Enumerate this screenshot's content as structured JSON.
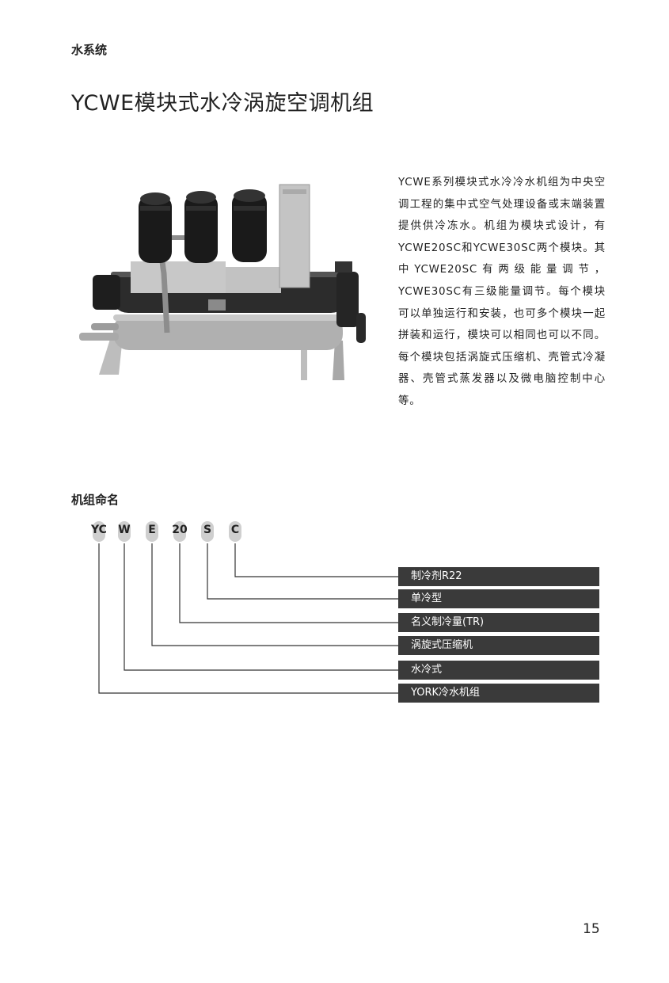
{
  "header": {
    "section": "水系统"
  },
  "title": "YCWE模块式水冷涡旋空调机组",
  "description": "YCWE系列模块式水冷冷水机组为中央空调工程的集中式空气处理设备或末端装置提供供冷冻水。机组为模块式设计，有YCWE20SC和YCWE30SC两个模块。其中YCWE20SC有两级能量调节，YCWE30SC有三级能量调节。每个模块可以单独运行和安装，也可多个模块一起拼装和运行，模块可以相同也可以不同。每个模块包括涡旋式压缩机、壳管式冷凝器、壳管式蒸发器以及微电脑控制中心等。",
  "naming": {
    "title": "机组命名",
    "code": [
      "YC",
      "W",
      "E",
      "20",
      "S",
      "C"
    ],
    "labels": [
      "制冷剂R22",
      "单冷型",
      "名义制冷量(TR)",
      "涡旋式压缩机",
      "水冷式",
      "YORK冷水机组"
    ]
  },
  "page_number": "15"
}
